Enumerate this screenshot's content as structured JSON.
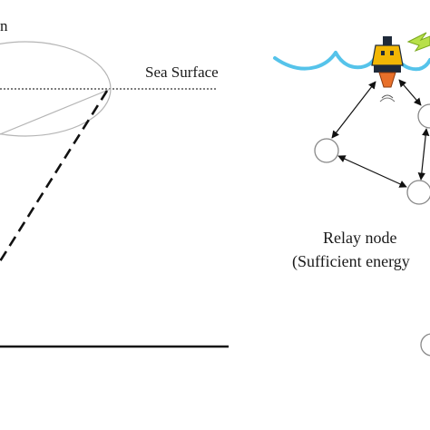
{
  "labels": {
    "top_left_fragment": "n",
    "sea_surface": "Sea Surface",
    "relay_node_title": "Relay node",
    "relay_node_subtitle": "(Sufficient energy"
  },
  "colors": {
    "wave": "#55c3ea",
    "buoy_body": "#f2b705",
    "buoy_dark": "#1f2a3a",
    "buoy_light": "#e8702a",
    "signal": "#b8e04a",
    "line": "#111111",
    "ellipse": "#b5b5b5"
  },
  "icons": [
    "surface-buoy-icon",
    "signal-bolt-icon",
    "relay-node-icon"
  ]
}
